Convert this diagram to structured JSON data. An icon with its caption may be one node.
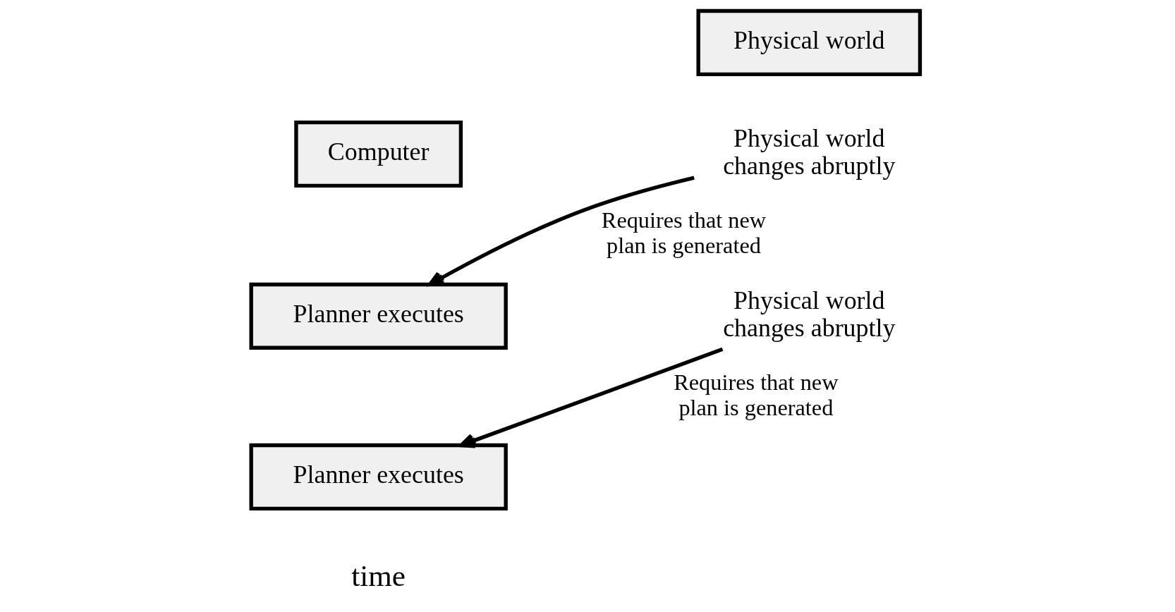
{
  "diagram": {
    "nodes": [
      {
        "text": [
          "Computer"
        ]
      },
      {
        "text": [
          "Physical world"
        ]
      },
      {
        "text": [
          "Physical world changes abruptly"
        ]
      },
      {
        "text": [
          "Planner executes"
        ]
      },
      {
        "text": [
          "Physical world changes abruptly"
        ]
      },
      {
        "text": [
          "Planner executes"
        ]
      }
    ],
    "edges": [
      {
        "from": 2,
        "to": 3,
        "arrow": "to",
        "label": "Requires that new plan is generated"
      },
      {
        "from": 4,
        "to": 5,
        "arrow": "to",
        "label": "Requires that new plan is generated"
      }
    ],
    "labels": [
      "time"
    ]
  }
}
